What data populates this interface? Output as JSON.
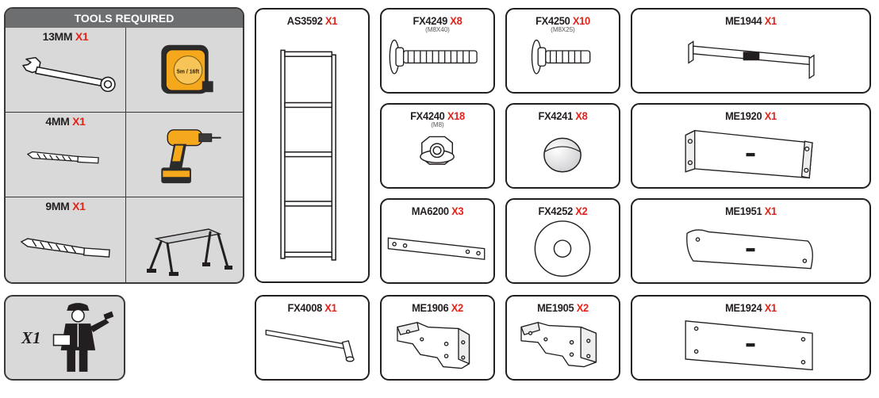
{
  "tools": {
    "header": "TOOLS REQUIRED",
    "rows": [
      {
        "size": "13MM",
        "qty": "X1",
        "left_icon": "wrench-icon",
        "right_icon": "tape-measure-icon"
      },
      {
        "size": "4MM",
        "qty": "X1",
        "left_icon": "drill-bit-icon",
        "right_icon": "power-drill-icon"
      },
      {
        "size": "9MM",
        "qty": "X1",
        "left_icon": "drill-bit-icon",
        "right_icon": "step-platform-icon"
      }
    ],
    "tape_label": "5m / 16ft"
  },
  "worker": {
    "count": "X1",
    "icon": "worker-with-drill-icon"
  },
  "colors": {
    "accent": "#e2231a",
    "panel_bg": "#d9d9da",
    "header_bg": "#6d6e70",
    "outline": "#231f20"
  },
  "parts": [
    {
      "code": "AS3592",
      "qty": "X1",
      "sub": "",
      "icon": "ladder-frame-icon"
    },
    {
      "code": "FX4249",
      "qty": "X8",
      "sub": "(M8X40)",
      "icon": "long-bolt-icon"
    },
    {
      "code": "FX4250",
      "qty": "X10",
      "sub": "(M8X25)",
      "icon": "short-bolt-icon"
    },
    {
      "code": "ME1944",
      "qty": "X1",
      "sub": "",
      "icon": "bracket-bar-icon"
    },
    {
      "code": "FX4240",
      "qty": "X18",
      "sub": "(M8)",
      "icon": "lock-nut-icon"
    },
    {
      "code": "FX4241",
      "qty": "X8",
      "sub": "",
      "icon": "cap-icon"
    },
    {
      "code": "ME1920",
      "qty": "X1",
      "sub": "",
      "icon": "angle-bracket-icon"
    },
    {
      "code": "MA6200",
      "qty": "X3",
      "sub": "",
      "icon": "flat-strip-icon"
    },
    {
      "code": "FX4252",
      "qty": "X2",
      "sub": "",
      "icon": "washer-icon"
    },
    {
      "code": "ME1951",
      "qty": "X1",
      "sub": "",
      "icon": "curved-plate-icon"
    },
    {
      "code": "FX4008",
      "qty": "X1",
      "sub": "",
      "icon": "hex-key-icon"
    },
    {
      "code": "ME1906",
      "qty": "X2",
      "sub": "",
      "icon": "hinge-bracket-left-icon"
    },
    {
      "code": "ME1905",
      "qty": "X2",
      "sub": "",
      "icon": "hinge-bracket-right-icon"
    },
    {
      "code": "ME1924",
      "qty": "X1",
      "sub": "",
      "icon": "flat-plate-icon"
    }
  ]
}
